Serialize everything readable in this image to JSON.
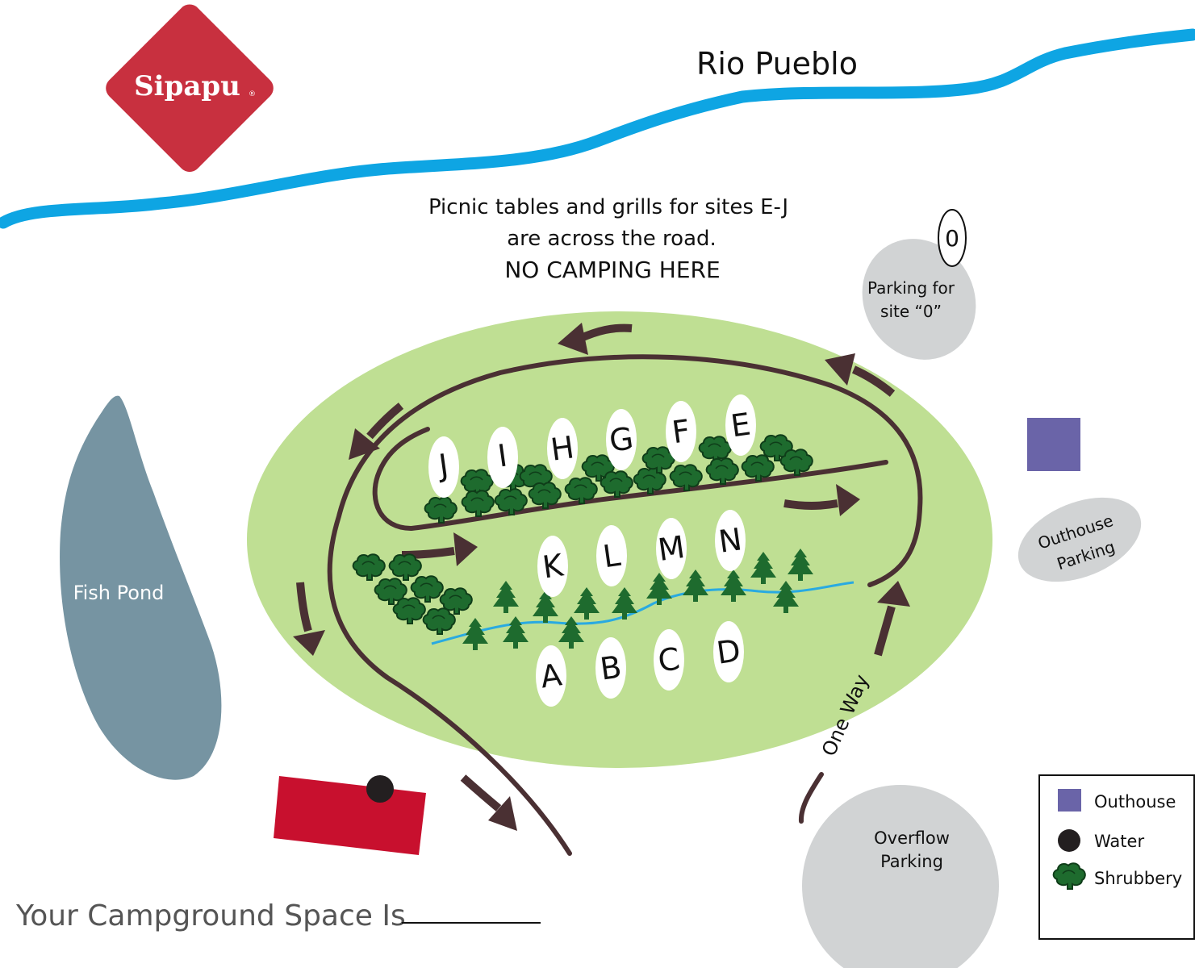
{
  "brand": {
    "name": "Sipapu",
    "reg": "®",
    "color": "#c8303f"
  },
  "river": {
    "label": "Rio Pueblo",
    "color": "#0ea5e3"
  },
  "notice": {
    "line1": "Picnic tables and grills for sites E-J",
    "line2": "are across the road.",
    "line3": "NO CAMPING HERE"
  },
  "parking_site0": {
    "line1": "Parking for",
    "line2": "site “0”",
    "site_marker": "0"
  },
  "outhouse_parking": {
    "line1": "Outhouse",
    "line2": "Parking"
  },
  "overflow_parking": {
    "line1": "Overflow",
    "line2": "Parking"
  },
  "fish_pond": {
    "label": "Fish Pond",
    "color": "#7694a2"
  },
  "road": {
    "one_way": "One Way",
    "color": "#4a3033"
  },
  "campground": {
    "color": "#bfdf93"
  },
  "sites": {
    "north_row": [
      "J",
      "I",
      "H",
      "G",
      "F",
      "E"
    ],
    "middle_row": [
      "K",
      "L",
      "M",
      "N"
    ],
    "south_row": [
      "A",
      "B",
      "C",
      "D"
    ]
  },
  "legend": {
    "outhouse": "Outhouse",
    "water": "Water",
    "shrubbery": "Shrubbery",
    "outhouse_color": "#6a64a8",
    "water_color": "#231f20",
    "shrub_color": "#1e6b2e"
  },
  "footer": {
    "prompt": "Your Campground Space Is"
  },
  "colors": {
    "parking": "#d1d3d4",
    "building": "#c8102e",
    "tree": "#1e6b2e"
  }
}
